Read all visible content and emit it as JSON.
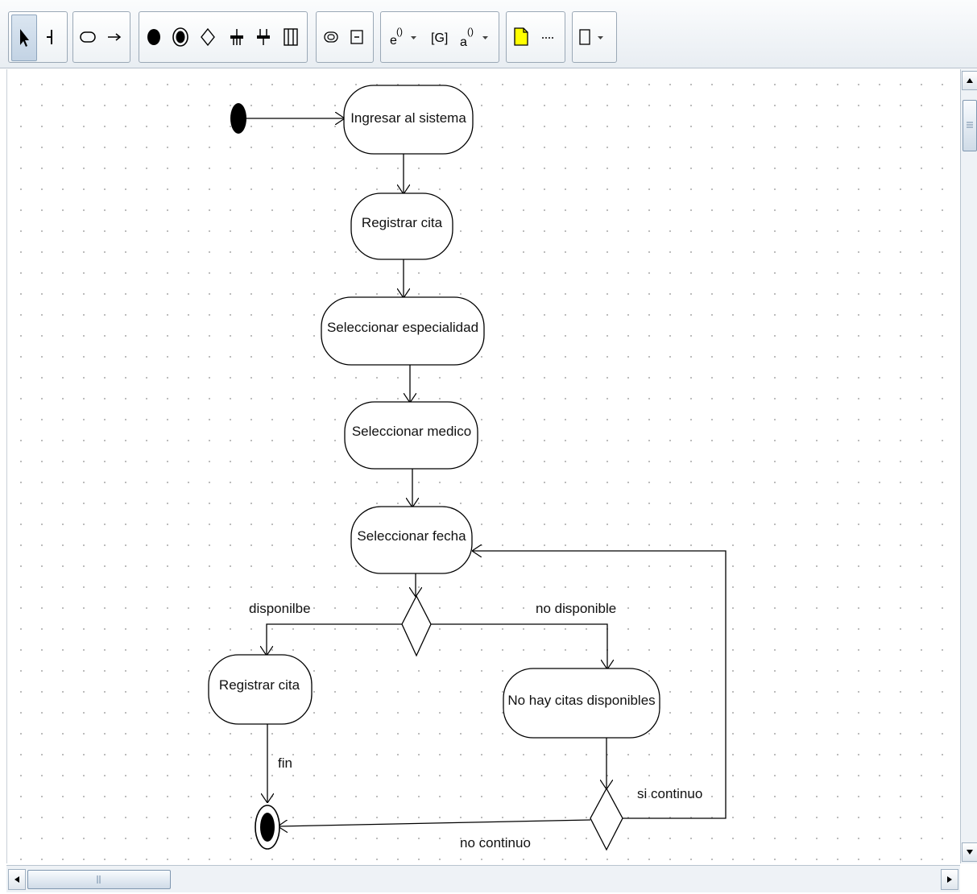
{
  "toolbar": {
    "tools": [
      {
        "id": "select",
        "icon": "select-pointer-icon"
      },
      {
        "id": "partition",
        "icon": "partition-icon"
      },
      {
        "id": "action-state",
        "icon": "action-state-icon"
      },
      {
        "id": "transition",
        "icon": "transition-arrow-icon"
      },
      {
        "id": "initial",
        "icon": "initial-state-icon"
      },
      {
        "id": "final",
        "icon": "final-state-icon"
      },
      {
        "id": "decision",
        "icon": "decision-diamond-icon"
      },
      {
        "id": "fork",
        "icon": "fork-bar-icon"
      },
      {
        "id": "join",
        "icon": "join-bar-icon"
      },
      {
        "id": "swimlane",
        "icon": "swimlane-icon"
      },
      {
        "id": "call-state",
        "icon": "call-state-icon"
      },
      {
        "id": "object-flow",
        "icon": "object-flow-icon"
      },
      {
        "id": "event",
        "icon": "event-dropdown-icon"
      },
      {
        "id": "guard",
        "icon": "guard-icon"
      },
      {
        "id": "action",
        "icon": "action-dropdown-icon"
      },
      {
        "id": "comment",
        "icon": "comment-note-icon"
      },
      {
        "id": "comment-link",
        "icon": "comment-link-icon"
      },
      {
        "id": "rectangle",
        "icon": "rectangle-dropdown-icon"
      }
    ],
    "labels": {
      "event": "e",
      "event_sup": "()",
      "guard": "[G]",
      "action": "a",
      "action_sup": "()"
    }
  },
  "diagram": {
    "nodes": [
      {
        "id": "n1",
        "label": "Ingresar al sistema"
      },
      {
        "id": "n2",
        "label": "Registrar cita"
      },
      {
        "id": "n3",
        "label": "Seleccionar especialidad"
      },
      {
        "id": "n4",
        "label": "Seleccionar medico"
      },
      {
        "id": "n5",
        "label": "Seleccionar fecha"
      },
      {
        "id": "n6",
        "label": "Registrar cita"
      },
      {
        "id": "n7",
        "label": "No hay citas disponibles"
      }
    ],
    "edge_labels": {
      "disponible": "disponilbe",
      "no_disponible": "no disponible",
      "fin": "fin",
      "si_continuo": "si continuo",
      "no_continuo": "no continuo"
    }
  },
  "colors": {
    "note_yellow": "#ffff00",
    "canvas_dot": "#b7b7b7",
    "selection_blue": "#c3d3e4"
  }
}
